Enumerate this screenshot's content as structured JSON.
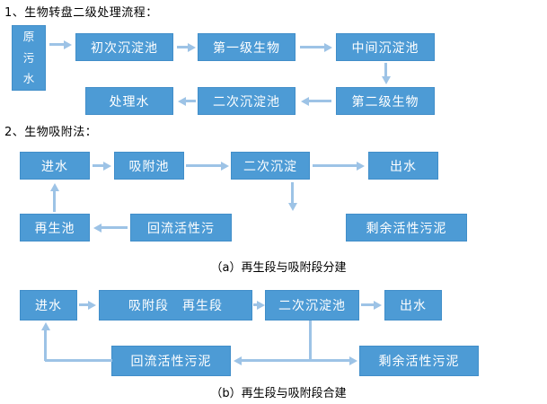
{
  "colors": {
    "box": "#4D9BD5",
    "arrow": "#9DC3E6",
    "text": "#000000",
    "box_text": "#FFFFFF"
  },
  "section1": {
    "heading": "1、生物转盘二级处理流程：",
    "raw_water": "原\n污\n水",
    "row1": [
      "初次沉淀池",
      "第一级生物",
      "中间沉淀池"
    ],
    "row2": [
      "处理水",
      "二次沉淀池",
      "第二级生物"
    ]
  },
  "section2": {
    "heading": "2、生物吸附法：",
    "a": {
      "row1": [
        "进水",
        "吸附池",
        "二次沉淀",
        "出水"
      ],
      "row2": [
        "再生池",
        "回流活性污",
        "剩余活性污泥"
      ],
      "caption": "（a）再生段与吸附段分建"
    },
    "b": {
      "row1": [
        "进水",
        "吸附段　再生段",
        "二次沉淀池",
        "出水"
      ],
      "row2": [
        "回流活性污泥",
        "剩余活性污泥"
      ],
      "caption": "（b）再生段与吸附段合建"
    }
  }
}
